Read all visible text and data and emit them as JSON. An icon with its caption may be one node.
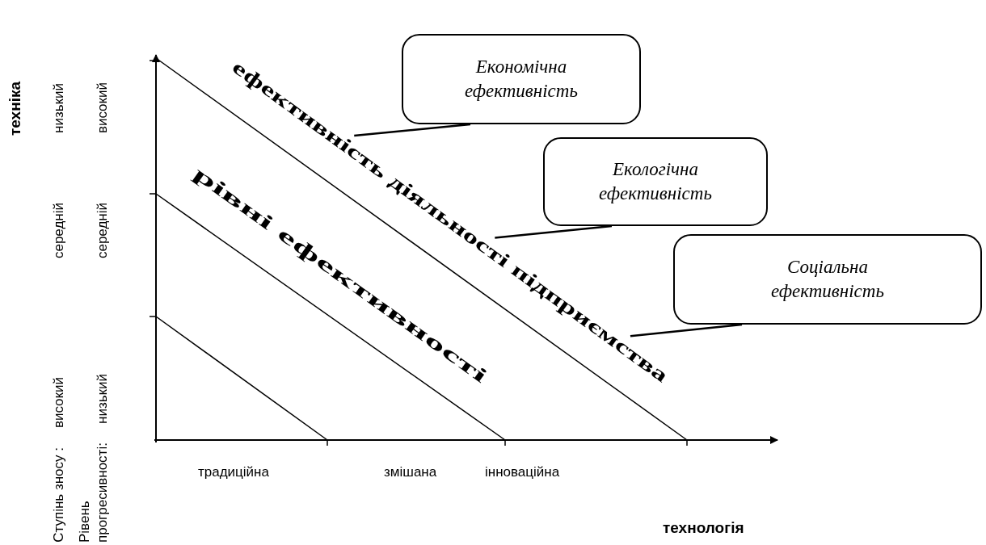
{
  "diagram": {
    "nodes": [
      {
        "text": [
          "Економічна ефективність"
        ]
      },
      {
        "text": [
          "Екологічна ефективність"
        ]
      },
      {
        "text": [
          "Соціальна ефективність"
        ]
      },
      {
        "text": [
          "ефективність діяльності підприємства"
        ]
      }
    ],
    "edges": [
      {
        "from": 0,
        "to": 3,
        "arrow": "none"
      },
      {
        "from": 1,
        "to": 3,
        "arrow": "none"
      },
      {
        "from": 2,
        "to": 3,
        "arrow": "none"
      }
    ],
    "labels": [
      "техніка",
      "Ступінь зносу :",
      "високий",
      "середній",
      "низький",
      "Рівень прогресивності:",
      "низький",
      "середній",
      "високий",
      "рівні ефективності",
      "традиційна",
      "змішана",
      "інноваційна",
      "технологія"
    ]
  }
}
